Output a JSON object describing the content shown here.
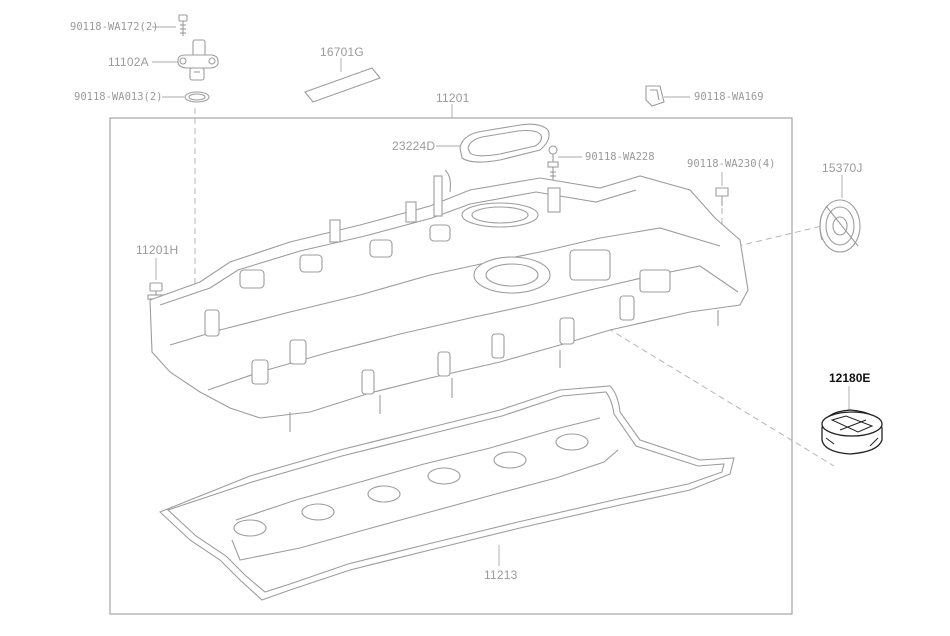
{
  "diagram": {
    "labels": {
      "p90118_wa172": "90118-WA172(2)",
      "p11102a": "11102A",
      "p90118_wa013": "90118-WA013(2)",
      "p16701g": "16701G",
      "p11201": "11201",
      "p90118_wa169": "90118-WA169",
      "p23224d": "23224D",
      "p90118_wa228": "90118-WA228",
      "p90118_wa230": "90118-WA230(4)",
      "p15370j": "15370J",
      "p11201h": "11201H",
      "p12180e": "12180E",
      "p11213": "11213"
    },
    "colors": {
      "line": "#9d9d9d",
      "label": "#9a9a9a",
      "highlight": "#111111",
      "background": "#ffffff"
    }
  }
}
